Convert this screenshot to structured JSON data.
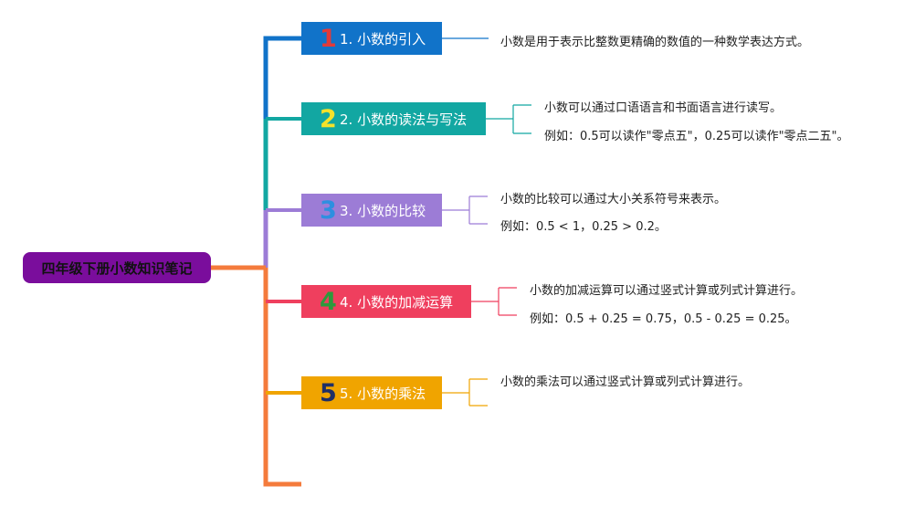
{
  "root": {
    "label": "四年级下册小数知识笔记",
    "color": "#7a0d9c"
  },
  "topics": [
    {
      "number": "1",
      "label": "1. 小数的引入",
      "color": "#1173c9",
      "number_color": "#e23a3a",
      "notes": [
        "小数是用于表示比整数更精确的数值的一种数学表达方式。"
      ]
    },
    {
      "number": "2",
      "label": "2. 小数的读法与写法",
      "color": "#12a7a2",
      "number_color": "#f5e22a",
      "notes": [
        "小数可以通过口语语言和书面语言进行读写。",
        "例如：0.5可以读作\"零点五\"，0.25可以读作\"零点二五\"。"
      ]
    },
    {
      "number": "3",
      "label": "3. 小数的比较",
      "color": "#9c7cd6",
      "number_color": "#2e8fe0",
      "notes": [
        "小数的比较可以通过大小关系符号来表示。",
        "例如：0.5 < 1，0.25 > 0.2。"
      ]
    },
    {
      "number": "4",
      "label": "4. 小数的加减运算",
      "color": "#ef3f5e",
      "number_color": "#2c9a3c",
      "notes": [
        "小数的加减运算可以通过竖式计算或列式计算进行。",
        "例如：0.5 + 0.25 = 0.75，0.5 - 0.25 = 0.25。"
      ]
    },
    {
      "number": "5",
      "label": "5. 小数的乘法",
      "color": "#f0a400",
      "number_color": "#1f2f66",
      "notes": [
        "小数的乘法可以通过竖式计算或列式计算进行。"
      ]
    }
  ],
  "colors": {
    "trunk": "#f47b3c"
  }
}
